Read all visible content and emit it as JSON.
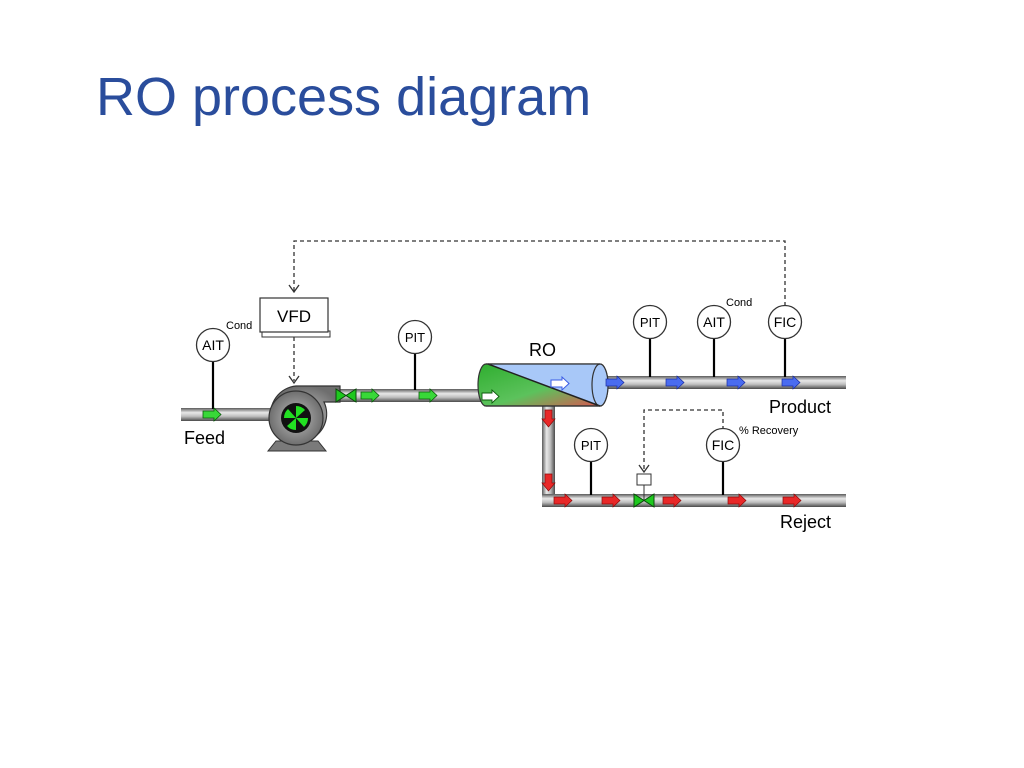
{
  "slide": {
    "title": "RO process diagram"
  },
  "diagram": {
    "streams": {
      "feed": "Feed",
      "product": "Product",
      "reject": "Reject"
    },
    "equipment": {
      "ro_membrane": "RO",
      "vfd": "VFD",
      "pump": "feed-pump"
    },
    "instruments": {
      "feed_ait": {
        "tag": "AIT",
        "qualifier": "Cond"
      },
      "discharge_pit": {
        "tag": "PIT"
      },
      "product_pit": {
        "tag": "PIT"
      },
      "product_ait": {
        "tag": "AIT",
        "qualifier": "Cond"
      },
      "product_fic": {
        "tag": "FIC"
      },
      "reject_pit": {
        "tag": "PIT"
      },
      "reject_fic": {
        "tag": "FIC",
        "qualifier": "% Recovery"
      }
    },
    "colors": {
      "pipe": "#9a9a9a",
      "feed_flow": "#38d838",
      "product_flow": "#4a6cf0",
      "reject_flow": "#e82828",
      "valve": "#1ec81e",
      "membrane_feed": "#3dbb3d",
      "membrane_product": "#a8c8f8",
      "membrane_reject": "#e05050",
      "title": "#2a4d9c"
    }
  }
}
